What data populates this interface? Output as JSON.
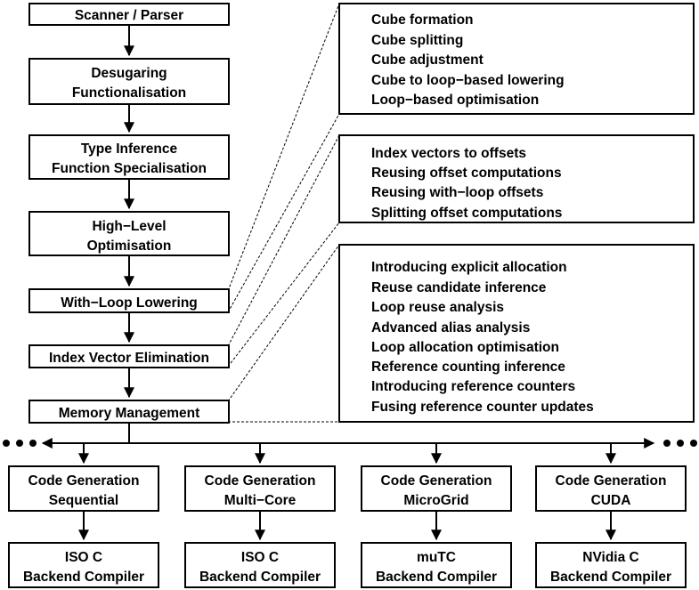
{
  "pipeline": {
    "stage_1": {
      "lines": [
        "Scanner / Parser"
      ]
    },
    "stage_2": {
      "lines": [
        "Desugaring",
        "Functionalisation"
      ]
    },
    "stage_3": {
      "lines": [
        "Type Inference",
        "Function Specialisation"
      ]
    },
    "stage_4": {
      "lines": [
        "High−Level",
        "Optimisation"
      ]
    },
    "stage_5": {
      "lines": [
        "With−Loop Lowering"
      ]
    },
    "stage_6": {
      "lines": [
        "Index Vector Elimination"
      ]
    },
    "stage_7": {
      "lines": [
        "Memory Management"
      ]
    }
  },
  "details": {
    "with_loop_lowering": [
      "Cube formation",
      "Cube splitting",
      "Cube adjustment",
      "Cube to loop−based lowering",
      "Loop−based optimisation"
    ],
    "index_vector_elimination": [
      "Index vectors to offsets",
      "Reusing offset computations",
      "Reusing with−loop offsets",
      "Splitting offset computations"
    ],
    "memory_management": [
      "Introducing explicit allocation",
      "Reuse candidate inference",
      "Loop reuse analysis",
      "Advanced alias analysis",
      "Loop allocation optimisation",
      "Reference counting inference",
      "Introducing reference counters",
      "Fusing reference counter updates"
    ]
  },
  "codegen": {
    "sequential": [
      "Code Generation",
      "Sequential"
    ],
    "multicore": [
      "Code Generation",
      "Multi−Core"
    ],
    "microgrid": [
      "Code Generation",
      "MicroGrid"
    ],
    "cuda": [
      "Code Generation",
      "CUDA"
    ]
  },
  "backends": {
    "sequential": [
      "ISO C",
      "Backend Compiler"
    ],
    "multicore": [
      "ISO C",
      "Backend Compiler"
    ],
    "microgrid": [
      "muTC",
      "Backend Compiler"
    ],
    "cuda": [
      "NVidia C",
      "Backend Compiler"
    ]
  }
}
